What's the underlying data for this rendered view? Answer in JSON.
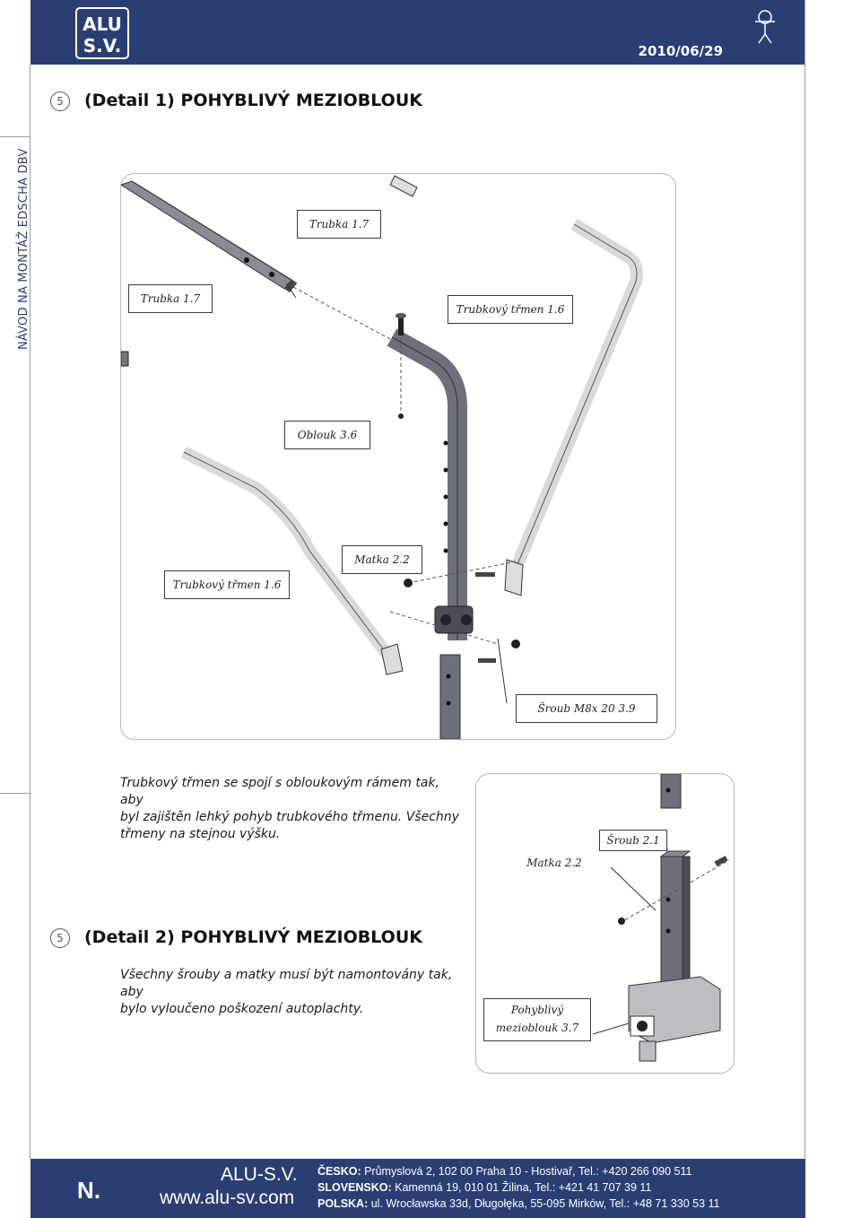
{
  "header": {
    "logo_text": "ALU S.V.",
    "date": "2010/06/29"
  },
  "side_text": "NÁVOD NA MONTÁŽ EDSCHA DBV",
  "detail1": {
    "step": "5",
    "title": "(Detail 1) POHYBLIVÝ MEZIOBLOUK",
    "labels": {
      "trubka_top": "Trubka 1.7",
      "trubka_left": "Trubka 1.7",
      "trmen_right": "Trubkový třmen 1.6",
      "oblouk": "Oblouk 3.6",
      "matka": "Matka 2.2",
      "trmen_left": "Trubkový třmen 1.6",
      "sroub": "Šroub M8x 20 3.9"
    },
    "paragraph_lines": [
      "Trubkový třmen se spojí s obloukovým rámem tak, aby",
      "byl zajištěn lehký pohyb trubkového třmenu. Všechny",
      "třmeny na stejnou výšku."
    ]
  },
  "detail2": {
    "step": "5",
    "title": "(Detail 2) POHYBLIVÝ MEZIOBLOUK",
    "labels": {
      "sroub": "Šroub 2.1",
      "matka": "Matka 2.2",
      "mezioblouk_line1": "Pohyblivý",
      "mezioblouk_line2": "mezioblouk 3.7"
    },
    "paragraph_lines": [
      "Všechny šrouby a matky musí být namontovány tak, aby",
      "bylo vyloučeno poškození autoplachty."
    ]
  },
  "footer": {
    "n": "N.",
    "brand": "ALU-S.V.",
    "web": "www.alu-sv.com",
    "addresses": [
      {
        "country": "ČESKO:",
        "text": " Průmyslová 2, 102 00 Praha 10 - Hostivař, Tel.: +420 266 090 511"
      },
      {
        "country": "SLOVENSKO:",
        "text": " Kamenná 19, 010 01 Žilina,  Tel.: +421 41 707 39 11"
      },
      {
        "country": "POLSKA:",
        "text": " ul. Wrocławska 33d, Długołęka, 55-095 Mirków, Tel.: +48 71 330 53 11"
      }
    ]
  },
  "colors": {
    "brand_blue": "#2b3e73",
    "tube_grey": "#6e6f78",
    "tube_light": "#d9d9dc"
  }
}
